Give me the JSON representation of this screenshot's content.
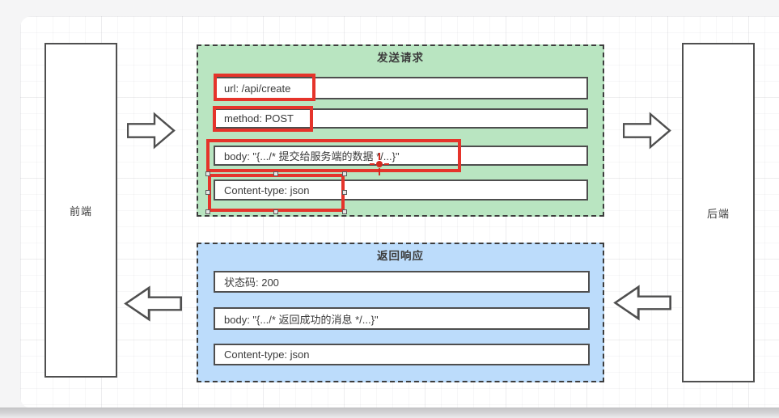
{
  "canvas": {
    "frontend": {
      "label": "前端"
    },
    "backend": {
      "label": "后端"
    },
    "request_group": {
      "title": "发送请求",
      "fill": "#b9e5c1",
      "rows": [
        {
          "text": "url: /api/create"
        },
        {
          "text": "method: POST"
        },
        {
          "text": "body: \"{.../* 提交给服务端的数据 */...}\""
        },
        {
          "text": "Content-type: json"
        }
      ]
    },
    "response_group": {
      "title": "返回响应",
      "fill": "#bcdcfb",
      "rows": [
        {
          "text": "状态码: 200"
        },
        {
          "text": "body: \"{.../* 返回成功的消息 */...}\""
        },
        {
          "text": "Content-type: json"
        }
      ]
    },
    "annotation": {
      "highlight_color": "#e5342b",
      "highlighted_rows": [
        "url",
        "method",
        "body",
        "Content-type"
      ],
      "selected_row": "Content-type"
    },
    "shape_stroke": "#4f4f4f"
  }
}
